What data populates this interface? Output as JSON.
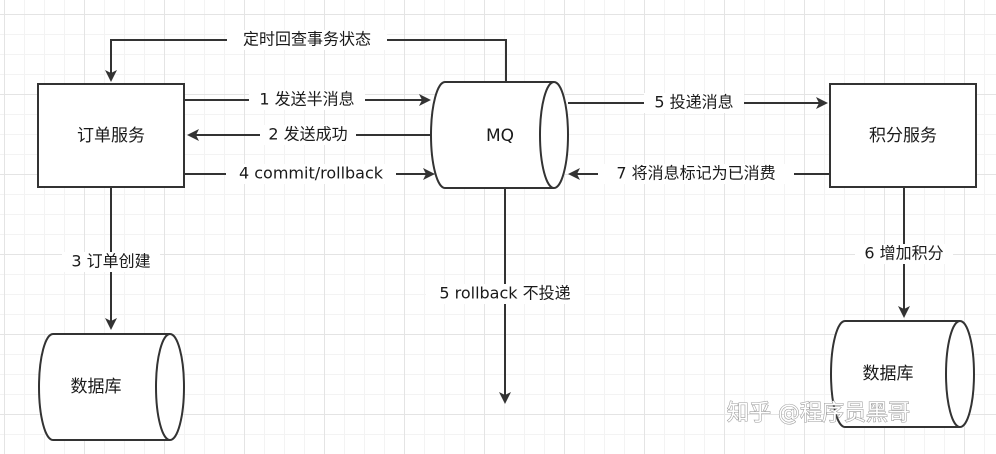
{
  "nodes": {
    "order_service": "订单服务",
    "points_service": "积分服务",
    "mq": "MQ",
    "db_left": "数据库",
    "db_right": "数据库"
  },
  "edges": {
    "check_status": "定时回查事务状态",
    "send_half": "1 发送半消息",
    "send_success": "2 发送成功",
    "commit_rollback": "4 commit/rollback",
    "create_order": "3 订单创建",
    "rollback_no_deliver": "5 rollback 不投递",
    "deliver": "5 投递消息",
    "mark_consumed": "7 将消息标记为已消费",
    "add_points": "6 增加积分"
  },
  "watermark": "知乎 @程序员黑哥",
  "colors": {
    "line": "#333333",
    "grid": "#e4e4e4"
  }
}
